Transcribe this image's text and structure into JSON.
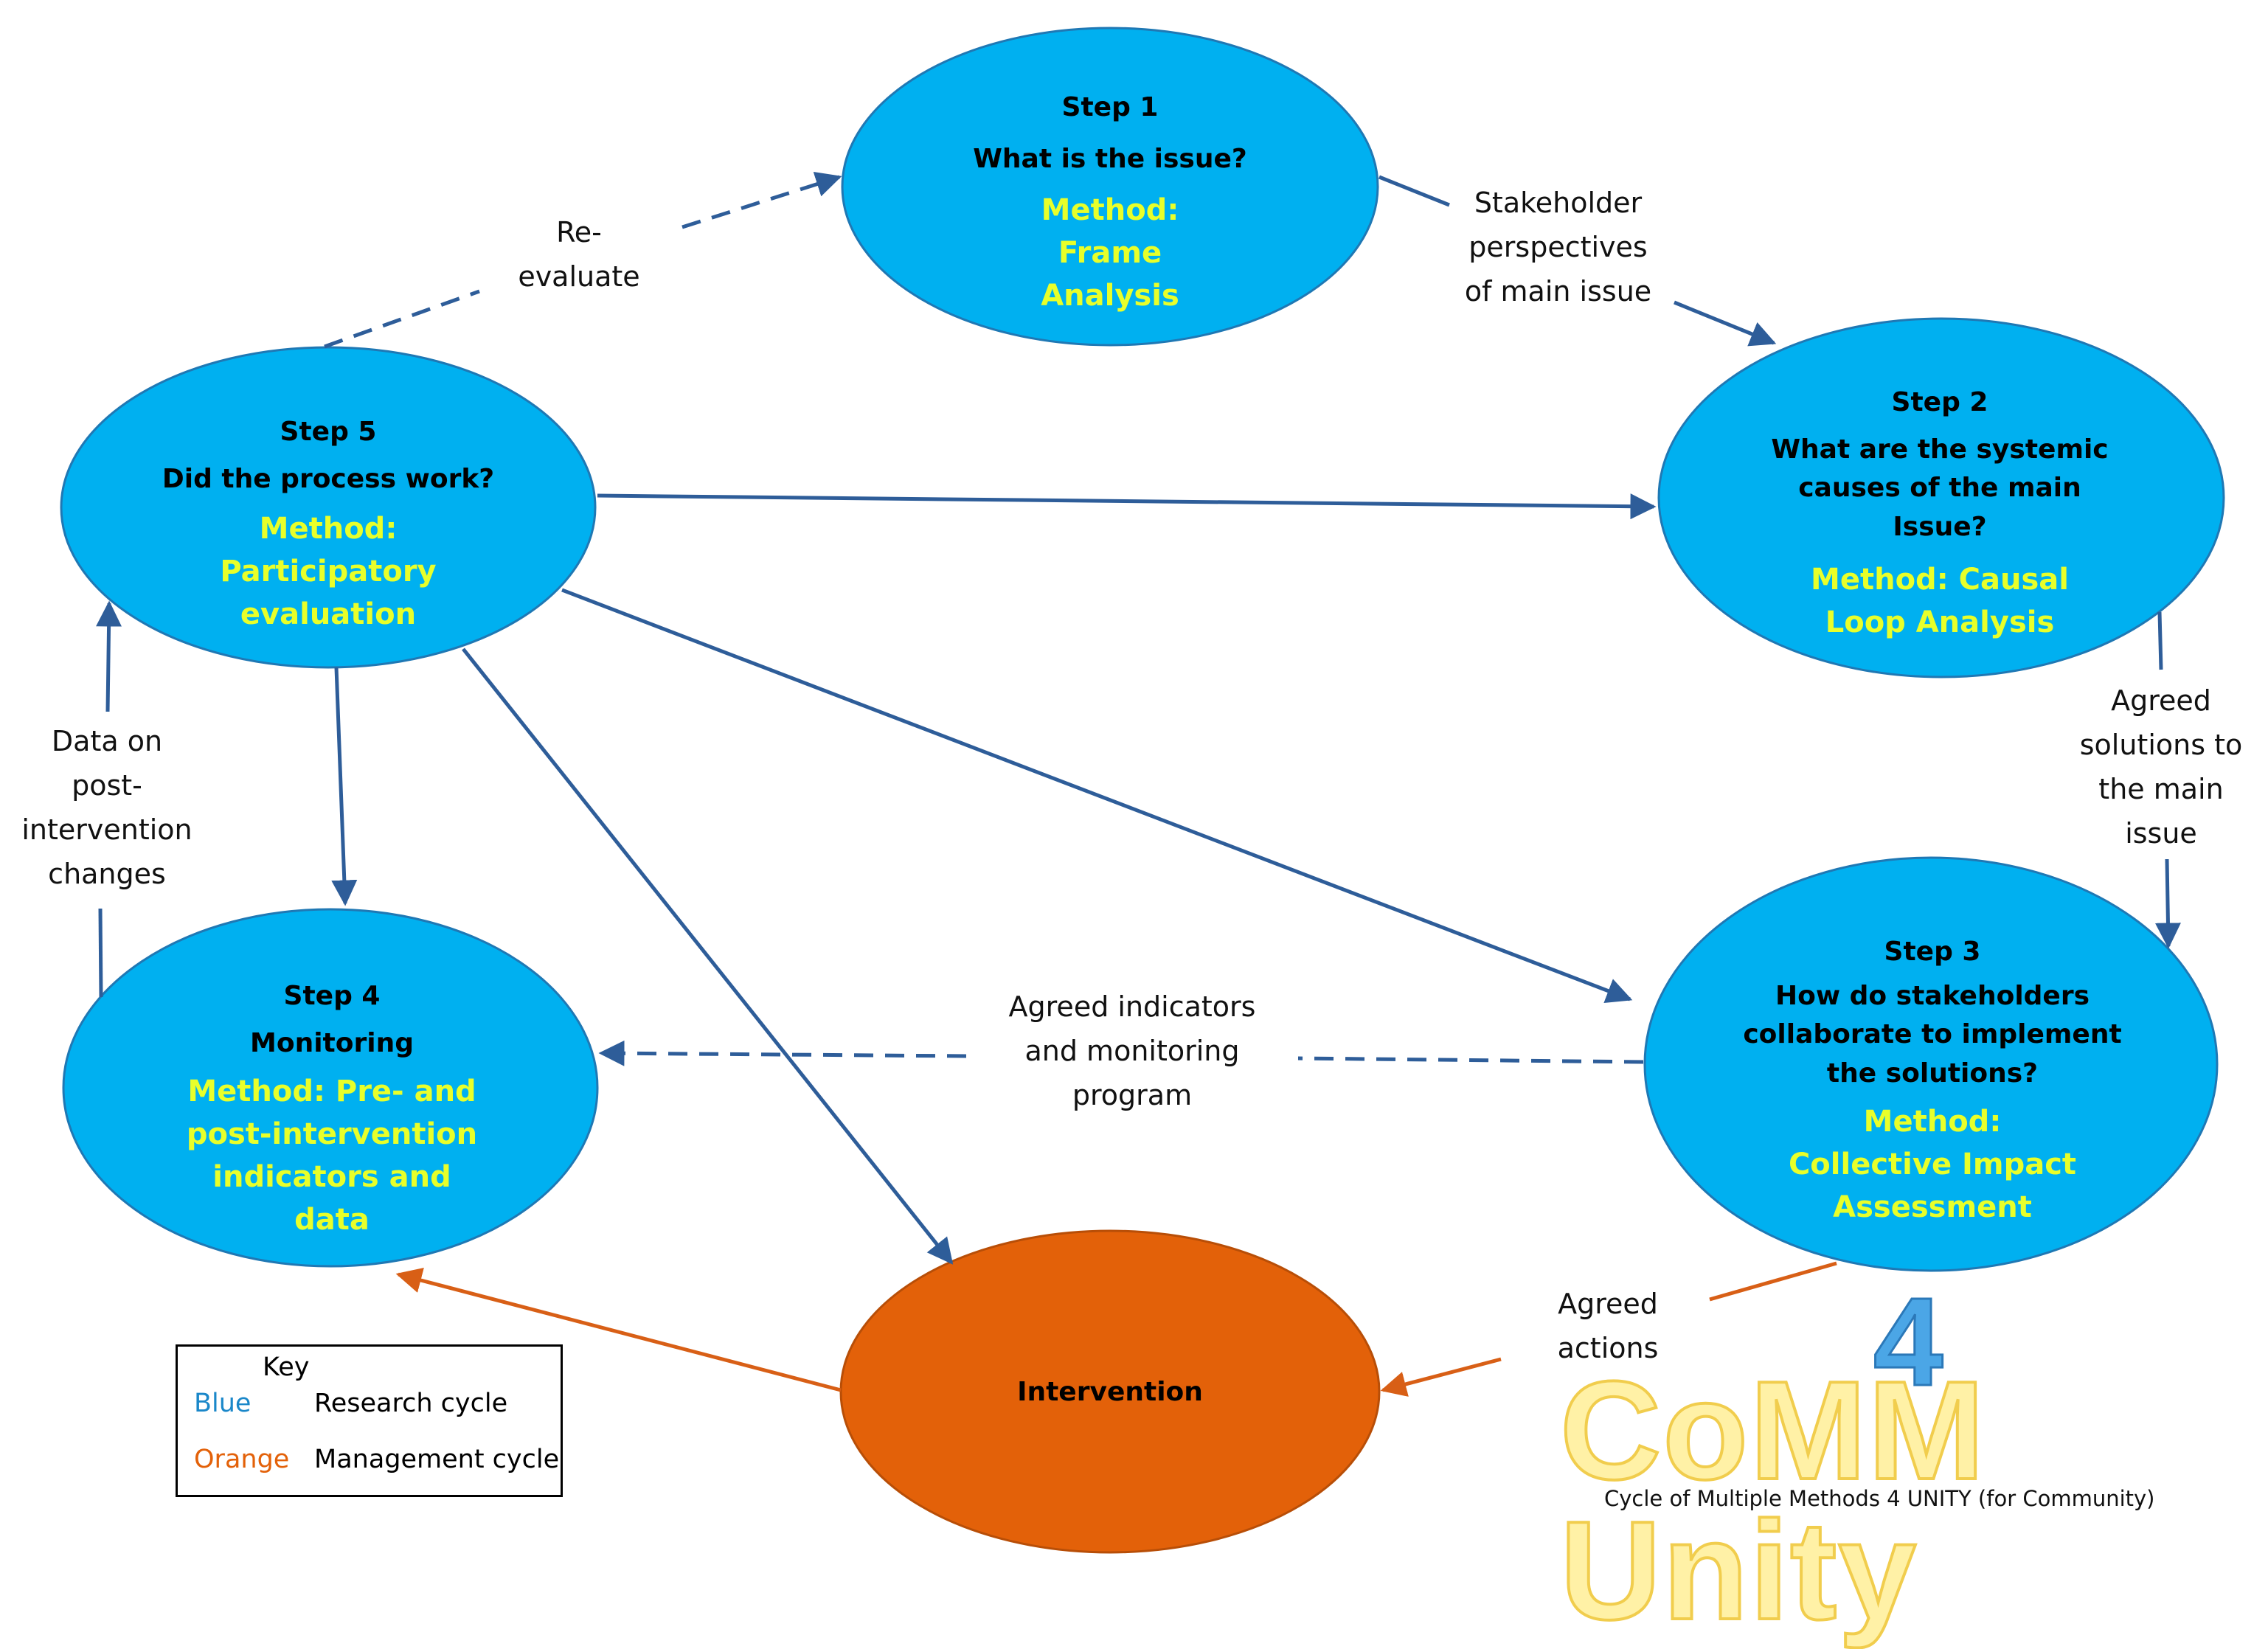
{
  "nodes": {
    "step1": {
      "step": "Step 1",
      "question": "What is the issue?",
      "method": "Method: Frame Analysis"
    },
    "step2": {
      "step": "Step 2",
      "question": "What are the systemic causes of the main Issue?",
      "method": "Method: Causal Loop Analysis"
    },
    "step3": {
      "step": "Step 3",
      "question": "How do stakeholders collaborate to implement the solutions?",
      "method": "Method: Collective Impact Assessment"
    },
    "step4": {
      "step": "Step 4",
      "question": "Monitoring",
      "method": "Method: Pre- and post-intervention indicators and data"
    },
    "step5": {
      "step": "Step 5",
      "question": "Did the process work?",
      "method": "Method: Participatory evaluation"
    },
    "intervention": {
      "label": "Intervention"
    }
  },
  "edge_labels": {
    "reevaluate": "Re-evaluate",
    "stakeholder": "Stakeholder perspectives of main issue",
    "solutions": "Agreed solutions to the main issue",
    "indicators": "Agreed indicators and monitoring program",
    "actions": "Agreed actions",
    "data_post": "Data on post-intervention changes"
  },
  "key": {
    "title": "Key",
    "blue_word": "Blue",
    "blue_desc": "Research cycle",
    "orange_word": "Orange",
    "orange_desc": "Management cycle"
  },
  "logo": {
    "number": "4",
    "word": "CoMM Unity",
    "subtitle": "Cycle of Multiple Methods 4 UNITY (for Community)"
  },
  "colors": {
    "node_blue": "#00b0f0",
    "node_orange": "#e36109",
    "edge_blue": "#2e5d99",
    "edge_orange": "#d85f16",
    "method_text": "#e8ff2a",
    "key_blue": "#1a87c9",
    "key_orange": "#e36109"
  }
}
